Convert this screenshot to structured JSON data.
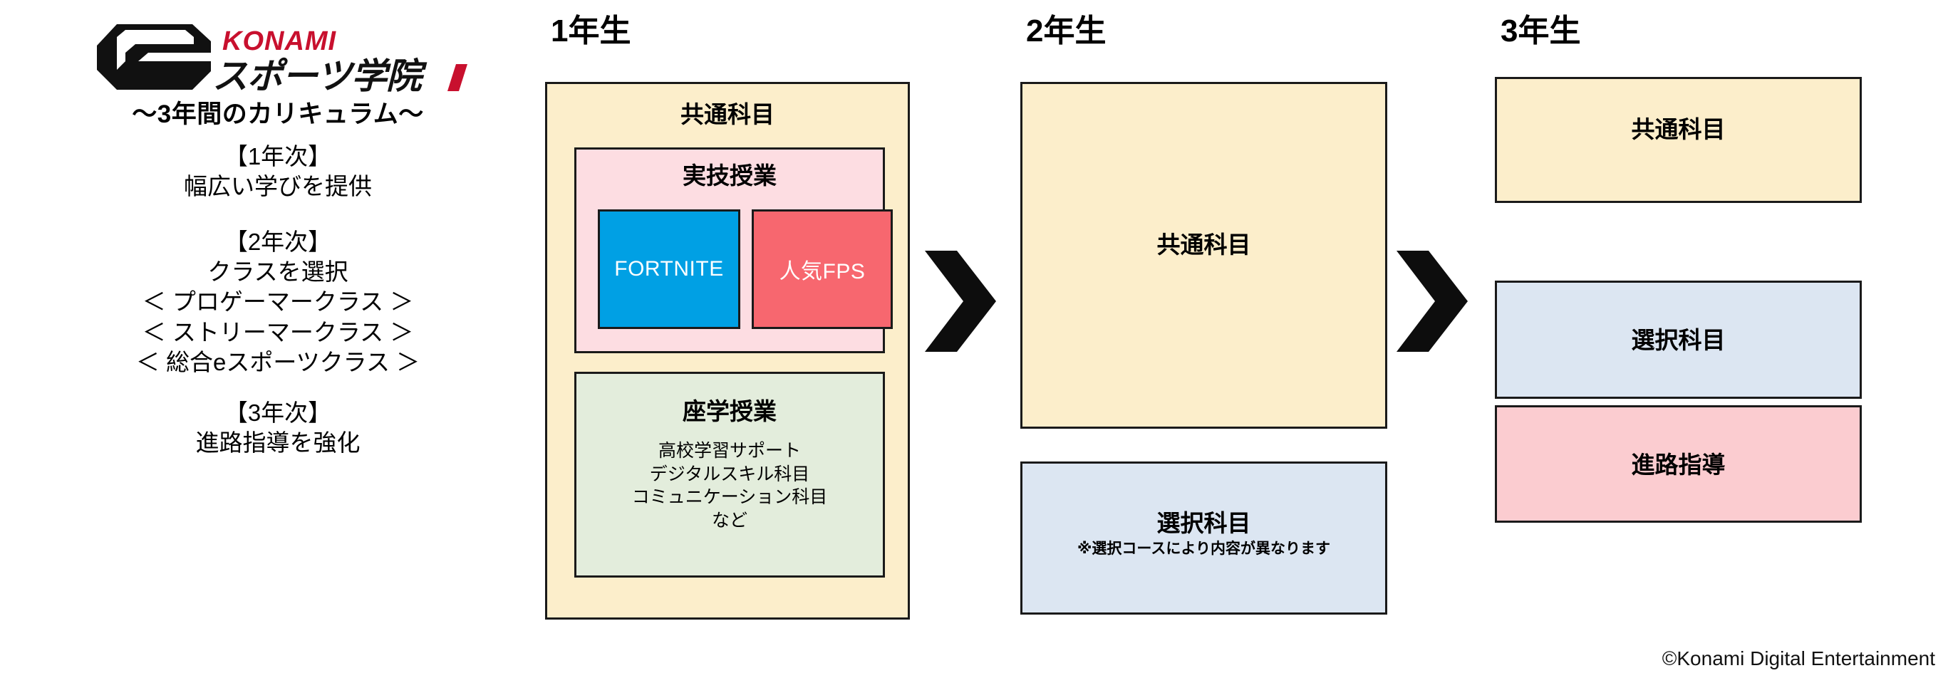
{
  "brand": {
    "logo_mark": "e",
    "logo_konami": "KONAMI",
    "logo_sports": "スポーツ学院",
    "logo_alt": "KONAMI eスポーツ学院",
    "subtitle": "〜3年間のカリキュラム〜"
  },
  "curriculum": [
    {
      "heading": "【1年次】",
      "lines": [
        "幅広い学びを提供"
      ]
    },
    {
      "heading": "【2年次】",
      "lines": [
        "クラスを選択",
        "＜ プロゲーマークラス ＞",
        "＜ ストリーマークラス ＞",
        "＜ 総合eスポーツクラス ＞"
      ]
    },
    {
      "heading": "【3年次】",
      "lines": [
        "進路指導を強化"
      ]
    }
  ],
  "years": [
    {
      "label": "1年生",
      "common_title": "共通科目",
      "practical": {
        "title": "実技授業",
        "games": [
          {
            "name": "FORTNITE",
            "color": "#00a0e4"
          },
          {
            "name": "人気FPS",
            "color": "#f7676f"
          }
        ]
      },
      "lecture": {
        "title": "座学授業",
        "items": [
          "高校学習サポート",
          "デジタルスキル科目",
          "コミュニケーション科目",
          "など"
        ]
      }
    },
    {
      "label": "2年生",
      "common_title": "共通科目",
      "elective_title": "選択科目",
      "elective_note": "※選択コースにより内容が異なります"
    },
    {
      "label": "3年生",
      "common_title": "共通科目",
      "elective_title": "選択科目",
      "guidance_title": "進路指導"
    }
  ],
  "arrows": {
    "glyph": "chevron-right"
  },
  "footer": {
    "copyright": "©Konami Digital Entertainment"
  },
  "colors": {
    "cream": "#fceecb",
    "pink": "#fdddE2",
    "green": "#e3eddc",
    "blue": "#dce6f2",
    "rose": "#fbccd0",
    "konami_red": "#c8102e",
    "outline": "#1a1a1a"
  }
}
